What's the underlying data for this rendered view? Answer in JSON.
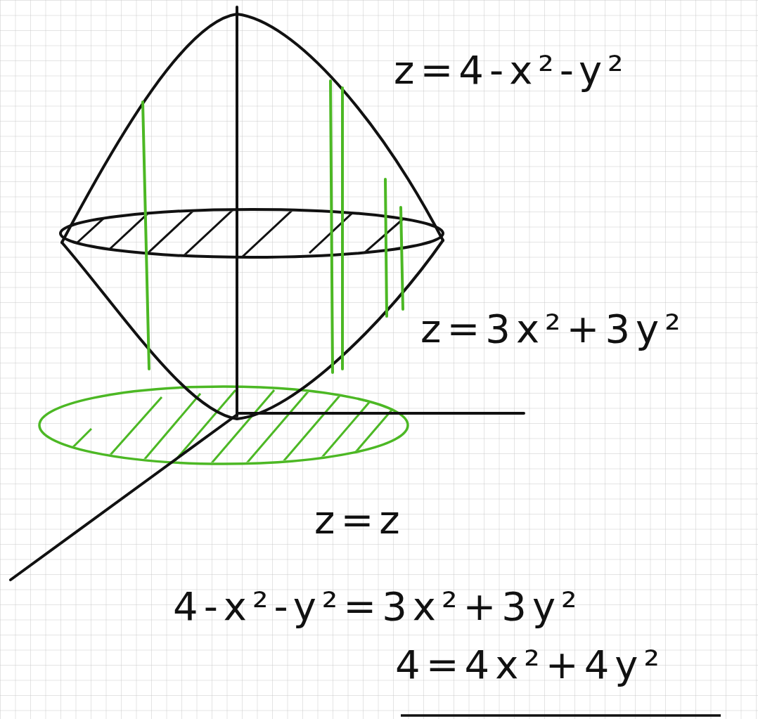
{
  "diagram": {
    "labels": [
      "z=4-x²-y²",
      "z=3x²+3y²",
      "z=z",
      "4-x²-y²=3x²+3y²",
      "4=4x²+4y²"
    ]
  }
}
